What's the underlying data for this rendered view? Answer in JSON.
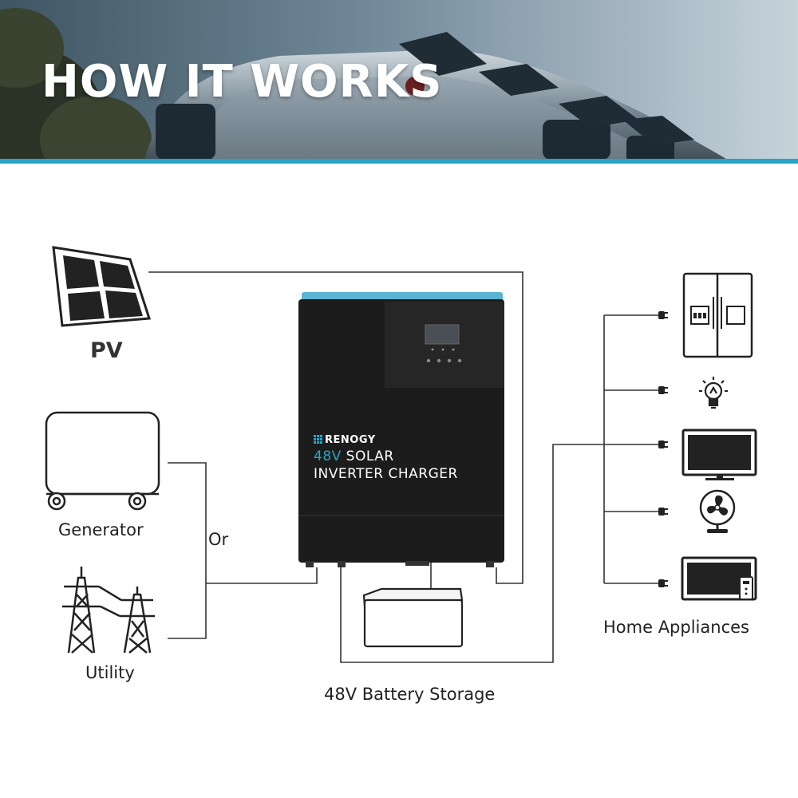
{
  "banner": {
    "title": "HOW IT WORKS"
  },
  "sources": {
    "pv_label": "PV",
    "generator_label": "Generator",
    "or_label": "Or",
    "utility_label": "Utility"
  },
  "device": {
    "brand": "RENOGY",
    "voltage": "48V",
    "title_line1_rest": " SOLAR",
    "title_line2": "INVERTER CHARGER"
  },
  "battery": {
    "label": "48V Battery Storage"
  },
  "loads": {
    "label": "Home Appliances"
  },
  "colors": {
    "accent": "#29a3c7",
    "device_body": "#1c1c1c",
    "line": "#333333"
  },
  "icons": [
    "solar-panel-icon",
    "generator-icon",
    "power-tower-icon",
    "battery-icon",
    "refrigerator-icon",
    "light-bulb-icon",
    "tv-icon",
    "fan-icon",
    "air-conditioner-icon",
    "plug-icon"
  ]
}
